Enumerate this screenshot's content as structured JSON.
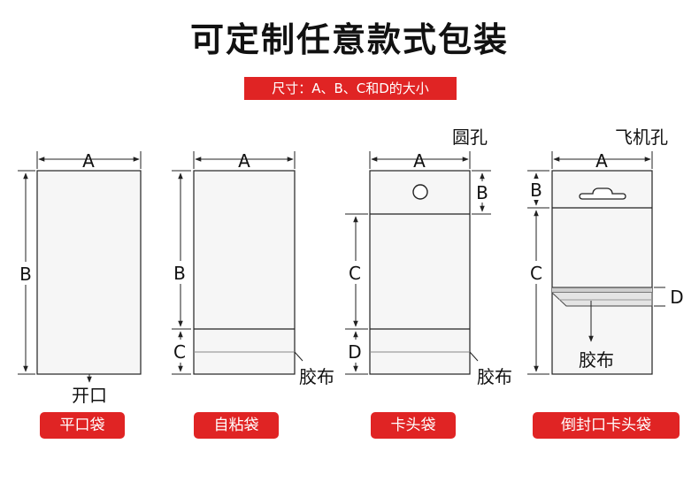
{
  "title": "可定制任意款式包装",
  "subtitle": "尺寸：A、B、C和D的大小",
  "diagrams": {
    "flat": {
      "a": "A",
      "b": "B",
      "opening": "开口",
      "button": "平口袋"
    },
    "self_seal": {
      "a": "A",
      "b": "B",
      "c": "C",
      "glue": "胶布",
      "button": "自粘袋"
    },
    "header": {
      "hole": "圆孔",
      "a": "A",
      "b": "B",
      "c": "C",
      "d": "D",
      "glue": "胶布",
      "button": "卡头袋"
    },
    "header_seal": {
      "hole": "飞机孔",
      "a": "A",
      "b": "B",
      "c": "C",
      "d": "D",
      "glue": "胶布",
      "button": "倒封口卡头袋"
    }
  },
  "colors": {
    "accent": "#e02424",
    "line": "#222222",
    "bag_fill": "#f6f6f6"
  }
}
